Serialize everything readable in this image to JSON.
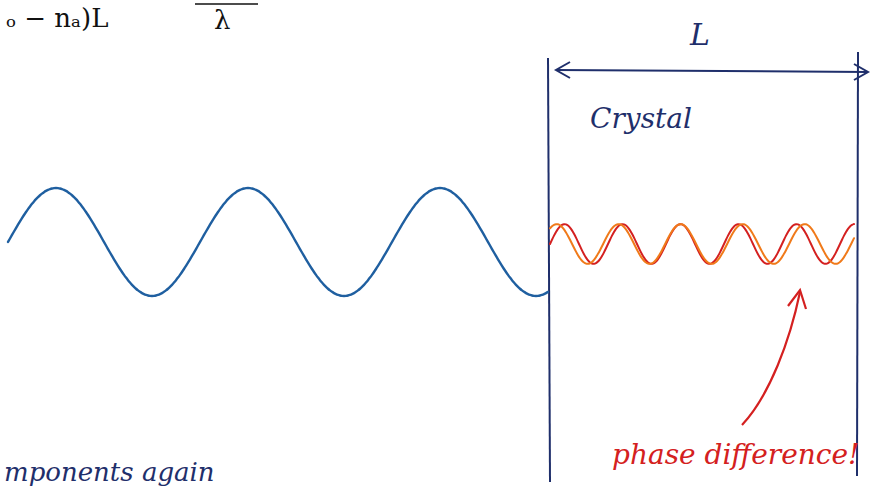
{
  "diagram": {
    "labels": [
      "ₒ − nₐ)L",
      "λ",
      "L",
      "Crystal",
      "phase difference!",
      "mponents again"
    ]
  }
}
